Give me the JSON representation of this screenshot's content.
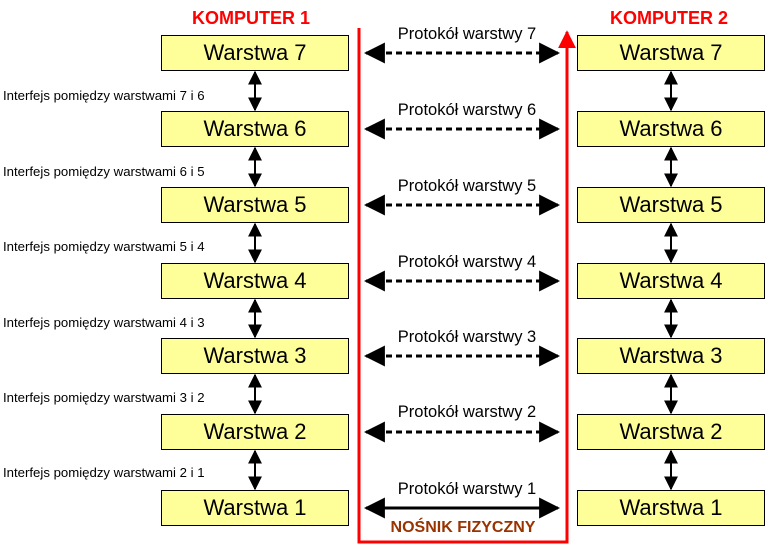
{
  "computer_left": {
    "title": "KOMPUTER 1"
  },
  "computer_right": {
    "title": "KOMPUTER 2"
  },
  "layers": [
    "Warstwa 7",
    "Warstwa 6",
    "Warstwa 5",
    "Warstwa 4",
    "Warstwa 3",
    "Warstwa 2",
    "Warstwa 1"
  ],
  "interfaces": [
    "Interfejs pomiędzy warstwami 7 i 6",
    "Interfejs pomiędzy warstwami 6 i 5",
    "Interfejs pomiędzy warstwami 5 i 4",
    "Interfejs pomiędzy warstwami 4 i 3",
    "Interfejs pomiędzy warstwami 3 i 2",
    "Interfejs pomiędzy warstwami 2 i 1"
  ],
  "protocols": [
    "Protokół warstwy 7",
    "Protokół warstwy 6",
    "Protokół warstwy 5",
    "Protokół warstwy 4",
    "Protokół warstwy 3",
    "Protokół warstwy 2",
    "Protokół warstwy 1"
  ],
  "physical_medium": "NOŚNIK FIZYCZNY",
  "colors": {
    "title": "#ff0000",
    "medium_line": "#ff0000",
    "medium_label": "#993300",
    "box_fill": "#ffff99",
    "arrow": "#000000"
  }
}
